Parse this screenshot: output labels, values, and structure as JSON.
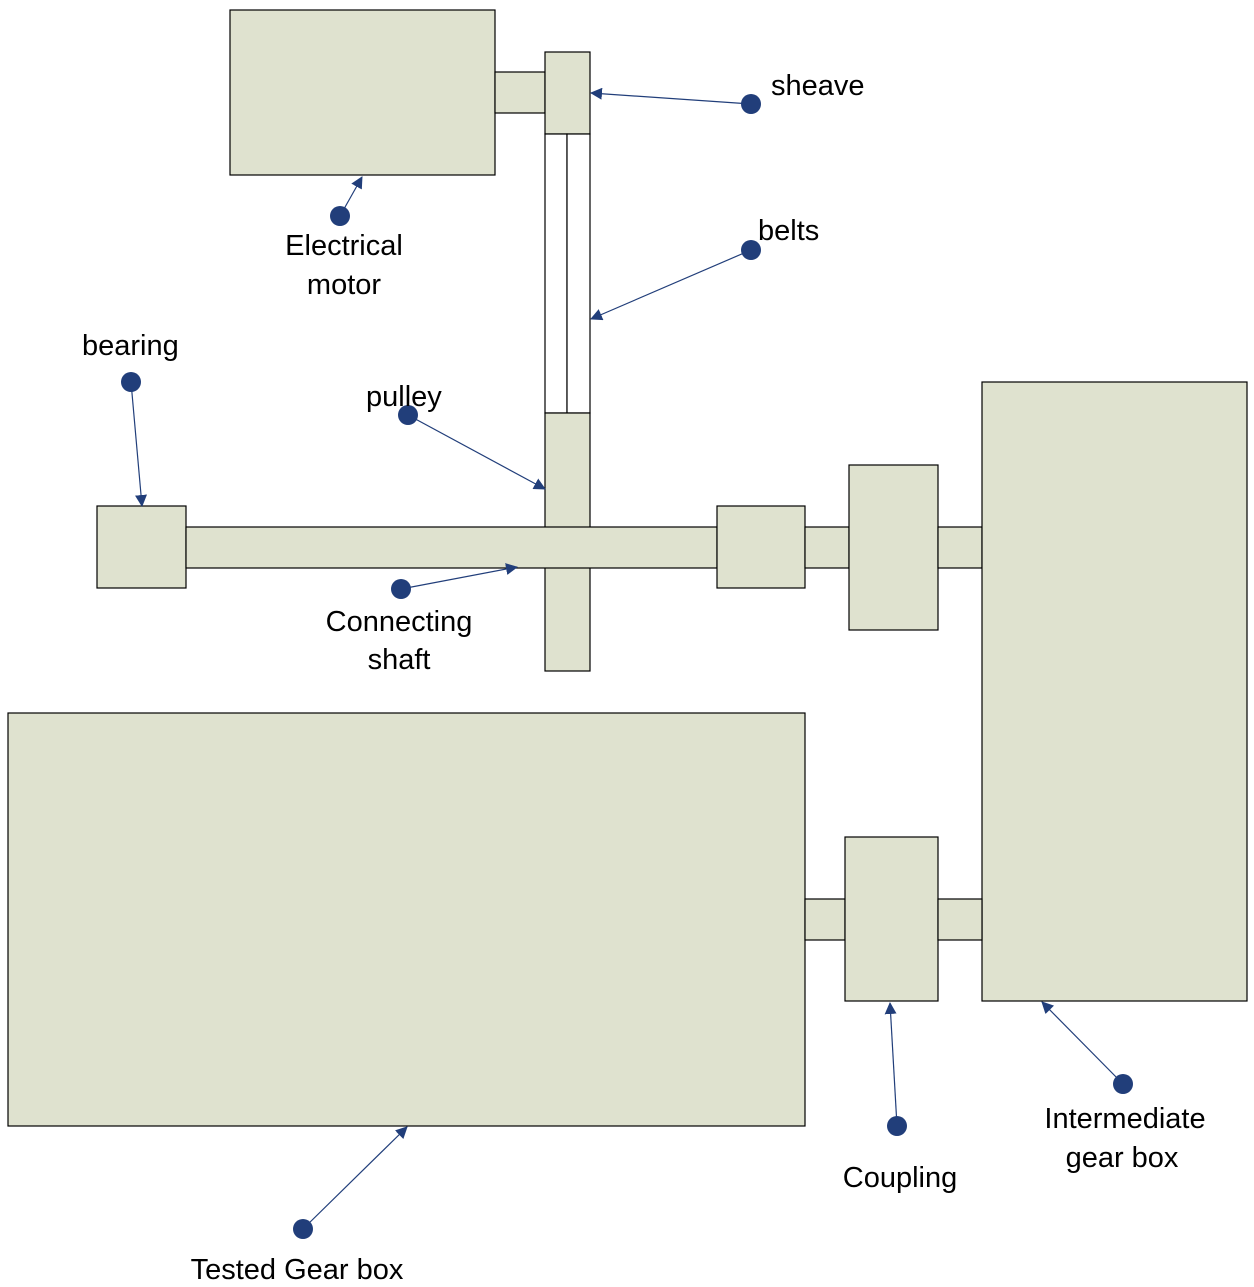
{
  "colors": {
    "part_fill": "#dfe2cf",
    "accent": "#213e7a",
    "outline": "#000000"
  },
  "labels": {
    "sheave": "sheave",
    "belts": "belts",
    "electrical_motor_line1": "Electrical",
    "electrical_motor_line2": "motor",
    "bearing": "bearing",
    "pulley": "pulley",
    "connecting_shaft_line1": "Connecting",
    "connecting_shaft_line2": "shaft",
    "coupling": "Coupling",
    "intermediate_gear_box_line1": "Intermediate",
    "intermediate_gear_box_line2": "gear box",
    "tested_gear_box": "Tested Gear box"
  }
}
